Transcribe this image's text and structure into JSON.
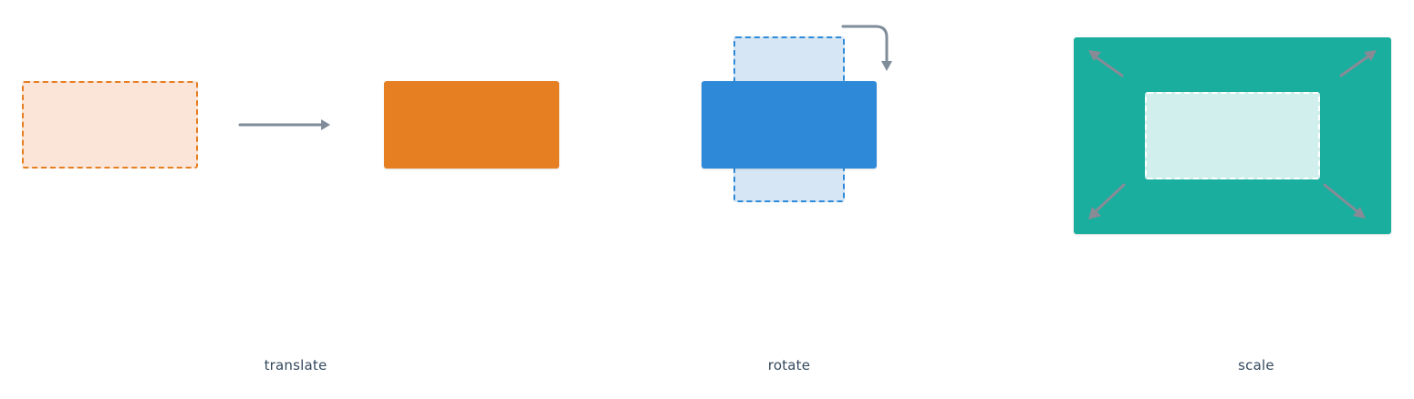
{
  "panels": {
    "translate": {
      "label": "translate",
      "ghost_fill": "#fae5d8",
      "ghost_border": "#e67e22",
      "solid_fill": "#e67e22",
      "arrow_color": "#7f8c9a"
    },
    "rotate": {
      "label": "rotate",
      "ghost_fill": "#d6e6f5",
      "ghost_border": "#2e8ad8",
      "solid_fill": "#2e8ad8",
      "arrow_color": "#7f8c9a"
    },
    "scale": {
      "label": "scale",
      "outer_fill": "#1aae9f",
      "inner_fill": "#d1efec",
      "arrow_color": "#888b96"
    }
  },
  "icons": [
    "right-arrow-icon",
    "rotate-arrow-icon",
    "expand-arrow-icon"
  ]
}
